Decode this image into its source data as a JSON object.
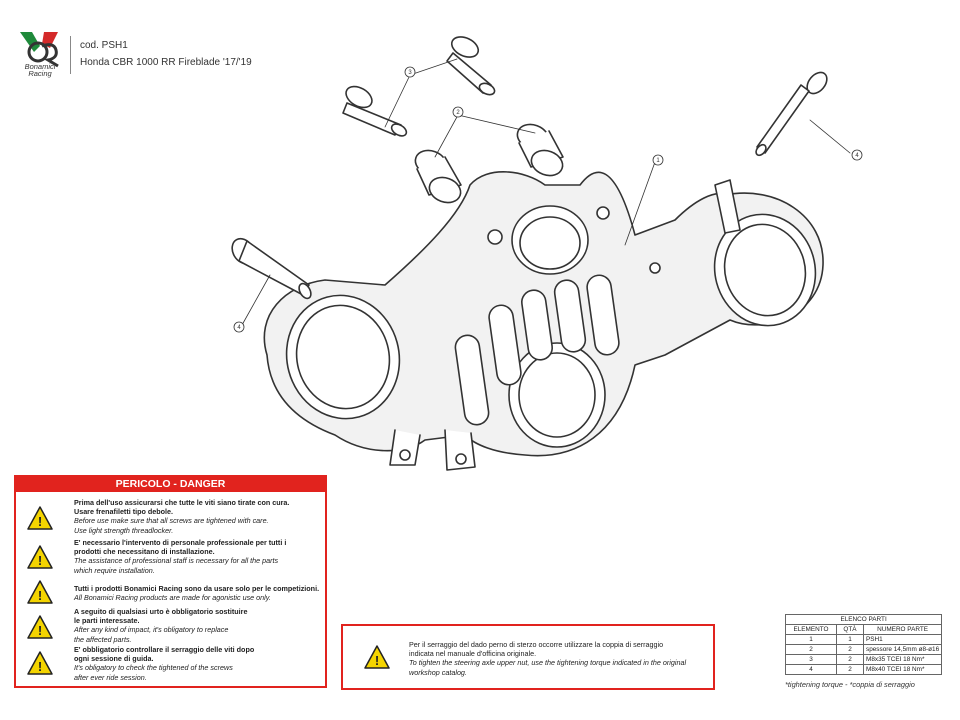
{
  "brand": {
    "name_line1": "Bonamici",
    "name_line2": "Racing",
    "colors": {
      "green": "#1f8a3b",
      "red": "#d42a2a",
      "dark": "#333333"
    }
  },
  "header": {
    "code": "cod. PSH1",
    "model": "Honda CBR 1000 RR Fireblade  '17/'19"
  },
  "callouts": {
    "c1": "1",
    "c2": "2",
    "c3": "3",
    "c4a": "4",
    "c4b": "4"
  },
  "danger": {
    "title": "PERICOLO - DANGER",
    "accent": "#e1231e",
    "icon": "warning-triangle-icon",
    "blocks": [
      {
        "it": [
          "Prima dell'uso assicurarsi che tutte le viti siano tirate con cura.",
          "Usare frenafiletti tipo debole."
        ],
        "en": [
          "Before use make sure that all screws are tightened with care.",
          "Use light strength threadlocker."
        ]
      },
      {
        "it": [
          "E' necessario l'intervento di personale professionale per tutti i",
          "prodotti che necessitano di installazione."
        ],
        "en": [
          "The assistance of professional staff is necessary for all the parts",
          "which require installation."
        ]
      },
      {
        "it": [
          "Tutti i prodotti Bonamici Racing sono da usare solo per le competizioni."
        ],
        "en": [
          "All Bonamici Racing products are made for agonistic use only."
        ]
      },
      {
        "it": [
          "A seguito di qualsiasi urto è obbligatorio sostituire",
          "le parti interessate."
        ],
        "en": [
          "After any kind of impact, it's obligatory to replace",
          "the affected parts."
        ]
      },
      {
        "it": [
          "E' obbligatorio controllare il serraggio delle viti dopo",
          "ogni sessione di guida."
        ],
        "en": [
          "It's obligatory to check the tightened of the screws",
          "after ever ride session."
        ]
      }
    ]
  },
  "torque_note": {
    "it": [
      "Per il serraggio del dado perno di sterzo occorre utilizzare la coppia di serraggio",
      "indicata nel manuale d'officina originale."
    ],
    "en": [
      "To tighten the steering axle upper nut, use the tightening torque indicated in the original",
      "workshop catalog."
    ]
  },
  "parts": {
    "title": "ELENCO PARTI",
    "headers": [
      "ELEMENTO",
      "QTÀ",
      "NUMERO PARTE"
    ],
    "rows": [
      [
        "1",
        "1",
        "PSH1"
      ],
      [
        "2",
        "2",
        "spessore 14,5mm ø8-ø16"
      ],
      [
        "3",
        "2",
        "M8x35 TCEI 18 Nm*"
      ],
      [
        "4",
        "2",
        "M8x40 TCEI 18 Nm*"
      ]
    ]
  },
  "footnote": "*tightening torque - *coppia di serraggio"
}
